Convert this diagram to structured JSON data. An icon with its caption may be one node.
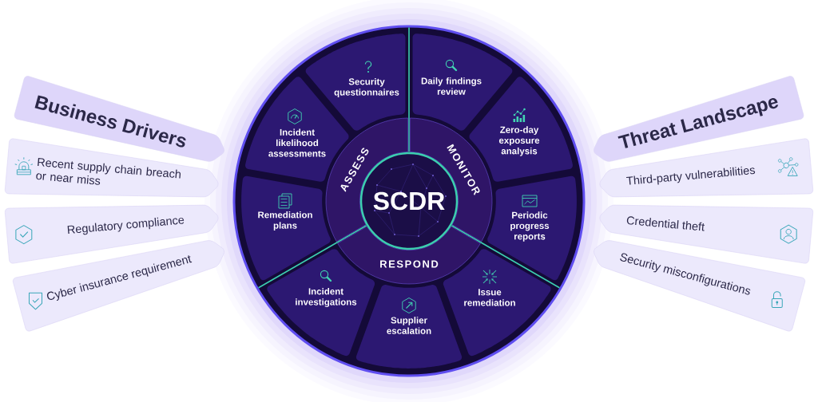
{
  "diagram": {
    "nodes": [
      {
        "text": [
          "Business Drivers"
        ]
      },
      {
        "text": [
          "Recent supply chain breach or near miss"
        ]
      },
      {
        "text": [
          "Regulatory compliance"
        ]
      },
      {
        "text": [
          "Cyber insurance requirement"
        ]
      },
      {
        "text": [
          "Security questionnaires"
        ]
      },
      {
        "text": [
          "Daily findings review"
        ]
      },
      {
        "text": [
          "Incident likelihood assessments"
        ]
      },
      {
        "text": [
          "Zero-day exposure analysis"
        ]
      },
      {
        "text": [
          "ASSESS"
        ]
      },
      {
        "text": [
          "MONITOR"
        ]
      },
      {
        "text": [
          "SCDR"
        ]
      },
      {
        "text": [
          "Remediation plans"
        ]
      },
      {
        "text": [
          "Periodic progress reports"
        ]
      },
      {
        "text": [
          "RESPOND"
        ]
      },
      {
        "text": [
          "Incident investigations"
        ]
      },
      {
        "text": [
          "Issue remediation"
        ]
      },
      {
        "text": [
          "Supplier escalation"
        ]
      },
      {
        "text": [
          "Threat Landscape"
        ]
      },
      {
        "text": [
          "Third-party vulnerabilities"
        ]
      },
      {
        "text": [
          "Credential theft"
        ]
      },
      {
        "text": [
          "Security misconfigurations"
        ]
      }
    ]
  }
}
